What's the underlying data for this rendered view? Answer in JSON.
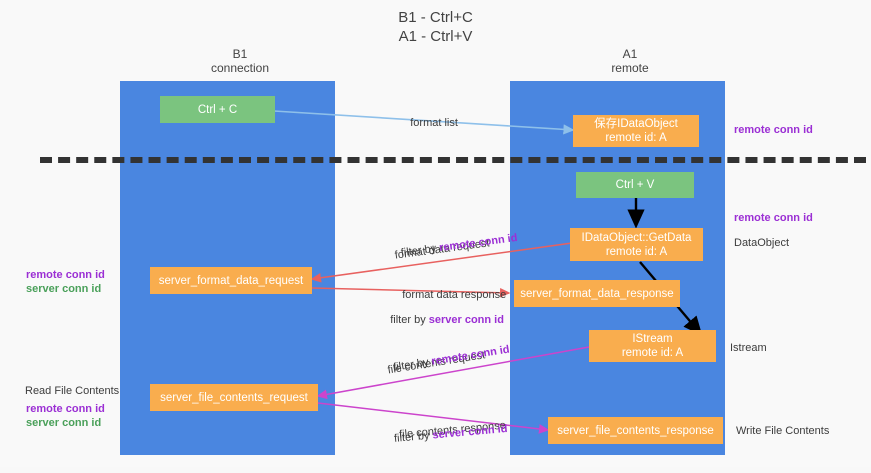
{
  "title": "B1 - Ctrl+C\nA1 - Ctrl+V",
  "columns": {
    "left": "B1\nconnection",
    "right": "A1\nremote"
  },
  "nodes": {
    "ctrl_c": {
      "label": "Ctrl + C",
      "color": "#7bc47f"
    },
    "ctrl_v": {
      "label": "Ctrl + V",
      "color": "#7bc47f"
    },
    "save_dataobject": {
      "label": "保存IDataObject",
      "sub": "remote id: A",
      "color": "#f9ad4e"
    },
    "getdata": {
      "label": "IDataObject::GetData",
      "sub": "remote id: A",
      "color": "#f9ad4e"
    },
    "istream": {
      "label": "IStream",
      "sub": "remote id: A",
      "color": "#f9ad4e"
    },
    "format_data_request": {
      "label": "server_format_data_request",
      "color": "#f9ad4e"
    },
    "format_data_response": {
      "label": "server_format_data_response",
      "color": "#f9ad4e"
    },
    "file_contents_request": {
      "label": "server_file_contents_request",
      "color": "#f9ad4e"
    },
    "file_contents_response": {
      "label": "server_file_contents_response",
      "color": "#f9ad4e"
    }
  },
  "edges": {
    "format_list": "format list",
    "format_data_request": "format data request",
    "format_data_request_filter_prefix": "filter by ",
    "format_data_request_filter_key": "remote conn id",
    "format_data_response": "format data response",
    "format_data_response_filter_prefix": "filter by ",
    "format_data_response_filter_key": "server conn id",
    "file_contents_request": "file contents request",
    "file_contents_request_filter_prefix": "filter by ",
    "file_contents_request_filter_key": "remote conn id",
    "file_contents_response": "file contents response",
    "file_contents_response_filter_prefix": "filter by ",
    "file_contents_response_filter_key": "server conn id"
  },
  "annotations": {
    "right_remote_conn_id_top": "remote conn id",
    "right_remote_conn_id_mid": "remote conn id",
    "right_dataobject": "DataObject",
    "right_istream": "Istream",
    "right_write_file_contents": "Write File Contents",
    "left_remote_conn_id": "remote conn id",
    "left_server_conn_id": "server conn id",
    "left_read_file_contents": "Read File Contents",
    "left_remote_conn_id_2": "remote conn id",
    "left_server_conn_id_2": "server conn id"
  },
  "colors": {
    "lane": "#4a86e0",
    "node_green": "#7bc47f",
    "node_orange": "#f9ad4e",
    "arrow_blue": "#8ec0ea",
    "arrow_red": "#e8615f",
    "arrow_magenta": "#cc44cc",
    "arrow_black": "#000000",
    "highlight_purple": "#9b2fd4",
    "highlight_green": "#4aa05a",
    "divider": "#333333"
  }
}
